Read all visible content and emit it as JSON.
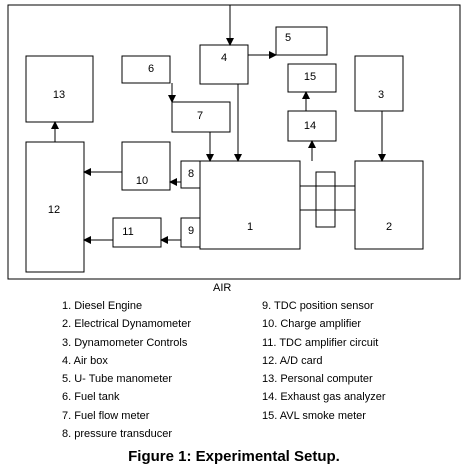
{
  "boxes": [
    {
      "id": "1",
      "label": "1"
    },
    {
      "id": "2",
      "label": "2"
    },
    {
      "id": "3",
      "label": "3"
    },
    {
      "id": "4",
      "label": "4"
    },
    {
      "id": "5",
      "label": "5"
    },
    {
      "id": "6",
      "label": "6"
    },
    {
      "id": "7",
      "label": "7"
    },
    {
      "id": "8",
      "label": "8"
    },
    {
      "id": "9",
      "label": "9"
    },
    {
      "id": "10",
      "label": "10"
    },
    {
      "id": "11",
      "label": "11"
    },
    {
      "id": "12",
      "label": "12"
    },
    {
      "id": "13",
      "label": "13"
    },
    {
      "id": "14",
      "label": "14"
    },
    {
      "id": "15",
      "label": "15"
    }
  ],
  "air_label": "AIR",
  "legend_left": [
    "1. Diesel Engine",
    "2. Electrical Dynamometer",
    "3. Dynamometer Controls",
    "4. Air box",
    "5. U- Tube manometer",
    "6. Fuel tank",
    "7. Fuel flow meter",
    "8. pressure transducer"
  ],
  "legend_right": [
    "9. TDC position sensor",
    "10. Charge amplifier",
    "11. TDC amplifier circuit",
    "12. A/D card",
    "13. Personal computer",
    "14. Exhaust gas analyzer",
    "15. AVL smoke meter"
  ],
  "caption": "Figure 1: Experimental Setup."
}
